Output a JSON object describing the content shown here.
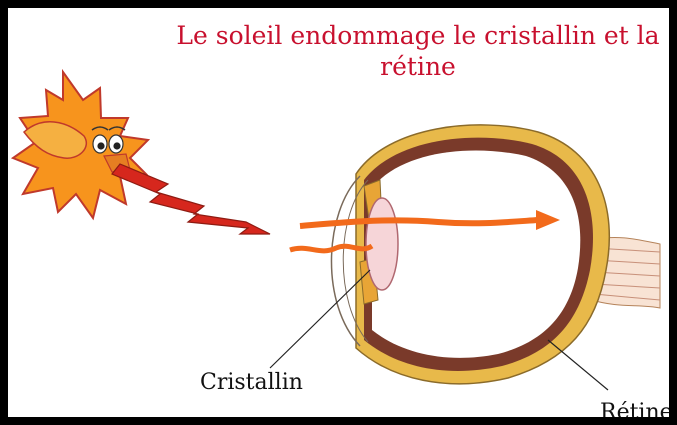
{
  "title": {
    "line1": "Le soleil endommage le cristallin et la",
    "line2": "rétine"
  },
  "labels": {
    "lens": "Cristallin",
    "retina": "Rétine"
  },
  "colors": {
    "title": "#c8102e",
    "sun": "#f7941d",
    "ray": "#d6271d",
    "light_arrow": "#f26a1b",
    "sclera": "#e8b94a",
    "choroid": "#7a3a2a",
    "frame": "#000000"
  },
  "icons": [
    "sun-character",
    "eye-cross-section"
  ]
}
